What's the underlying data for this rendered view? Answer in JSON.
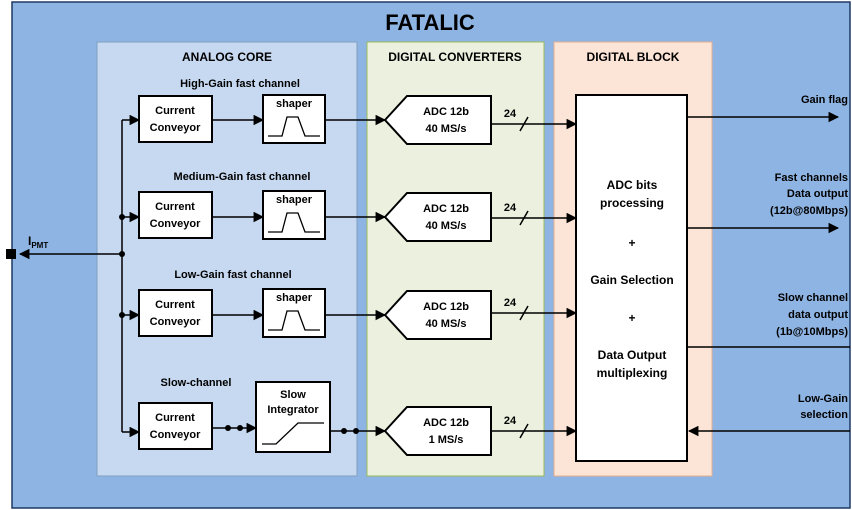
{
  "title": "FATALIC",
  "sections": {
    "analog": "ANALOG CORE",
    "digital_converters": "DIGITAL CONVERTERS",
    "digital_block": "DIGITAL BLOCK"
  },
  "input": {
    "main": "I",
    "sub": "PMT"
  },
  "channels": [
    {
      "label": "High-Gain fast channel",
      "conv1": "Current",
      "conv2": "Conveyor",
      "stage1": "shaper",
      "adc1": "ADC 12b",
      "adc2": "40 MS/s",
      "bus": "24"
    },
    {
      "label": "Medium-Gain fast channel",
      "conv1": "Current",
      "conv2": "Conveyor",
      "stage1": "shaper",
      "adc1": "ADC 12b",
      "adc2": "40 MS/s",
      "bus": "24"
    },
    {
      "label": "Low-Gain fast channel",
      "conv1": "Current",
      "conv2": "Conveyor",
      "stage1": "shaper",
      "adc1": "ADC 12b",
      "adc2": "40 MS/s",
      "bus": "24"
    },
    {
      "label": "Slow-channel",
      "conv1": "Current",
      "conv2": "Conveyor",
      "stage1": "Slow",
      "stage2": "Integrator",
      "adc1": "ADC 12b",
      "adc2": "1 MS/s",
      "bus": "24"
    }
  ],
  "processing": {
    "line1": "ADC bits",
    "line2": "processing",
    "plus": "+",
    "line3": "Gain Selection",
    "line4": "Data Output",
    "line5": "multiplexing"
  },
  "outputs": {
    "gain_flag": "Gain flag",
    "fast_1": "Fast channels",
    "fast_2": "Data output",
    "fast_3": "(12b@80Mbps)",
    "slow_1": "Slow channel",
    "slow_2": "data output",
    "slow_3": "(1b@10Mbps)",
    "lowgain_1": "Low-Gain",
    "lowgain_2": "selection"
  },
  "colors": {
    "outer": "#8eb4e3",
    "analog": "#c6d9f1",
    "converters": "#ebf1de",
    "digital": "#fce4d6"
  }
}
